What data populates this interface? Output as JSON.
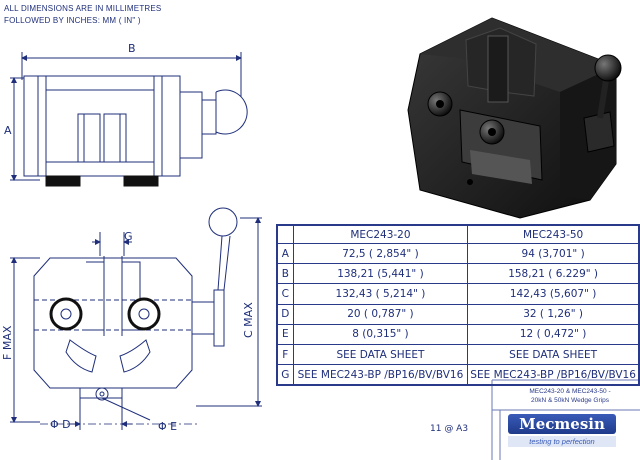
{
  "notes": {
    "line1": "ALL DIMENSIONS ARE IN MILLIMETRES",
    "line2": "FOLLOWED BY INCHES:   MM ( IN\" )"
  },
  "dimension_labels": {
    "A": "A",
    "B": "B",
    "C_MAX": "C MAX",
    "F_MAX": "F MAX",
    "G": "G",
    "D": "Φ D",
    "E": "Φ E"
  },
  "table": {
    "headers": [
      "",
      "MEC243-20",
      "MEC243-50"
    ],
    "rows": [
      {
        "key": "A",
        "mec20": "72,5 ( 2,854\" )",
        "mec50": "94 (3,701\" )"
      },
      {
        "key": "B",
        "mec20": "138,21 (5,441\" )",
        "mec50": "158,21 ( 6.229\" )"
      },
      {
        "key": "C",
        "mec20": "132,43 ( 5,214\" )",
        "mec50": "142,43 (5,607\" )"
      },
      {
        "key": "D",
        "mec20": "20 ( 0,787\" )",
        "mec50": "32 ( 1,26\" )"
      },
      {
        "key": "E",
        "mec20": "8 (0,315\" )",
        "mec50": "12 ( 0,472\" )"
      },
      {
        "key": "F",
        "mec20": "SEE DATA SHEET",
        "mec50": "SEE DATA SHEET"
      },
      {
        "key": "G",
        "mec20": "SEE MEC243-BP /BP16/BV/BV16",
        "mec50": "SEE MEC243-BP /BP16/BV/BV16"
      }
    ]
  },
  "title_block": {
    "description_line1": "MEC243-20 & MEC243-50 -",
    "description_line2": "20kN & 50kN Wedge Grips",
    "sheet": "11 @ A3",
    "logo": "Mecmesin",
    "tagline": "testing to perfection"
  },
  "colors": {
    "drawing_line": "#1f2f7a",
    "dark_body": "#1c1c1c",
    "brand": "#2a4aa8"
  }
}
